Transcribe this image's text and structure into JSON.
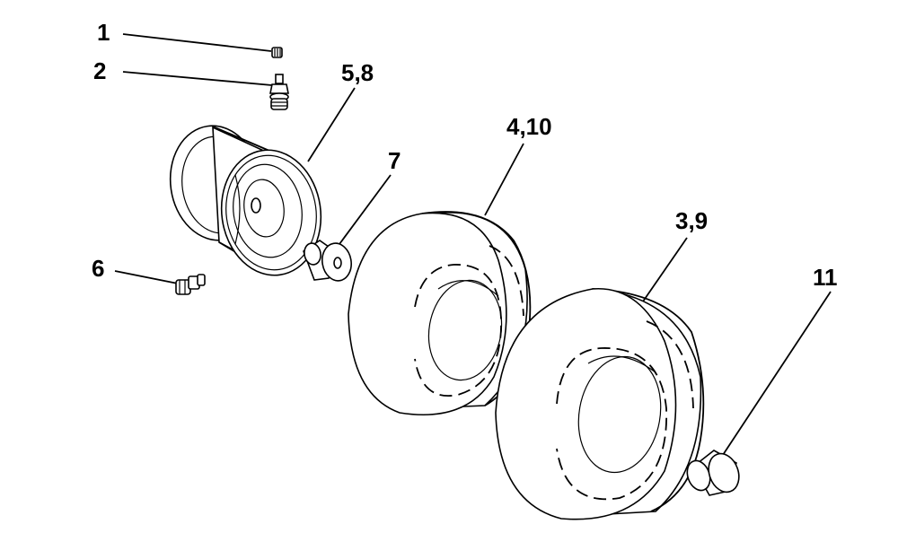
{
  "callouts": {
    "valve_cap": "1",
    "valve_stem": "2",
    "tire_rear": "3,9",
    "tire_front": "4,10",
    "rim": "5,8",
    "grease_fitting": "6",
    "bushing": "7",
    "hub_cap": "11"
  }
}
